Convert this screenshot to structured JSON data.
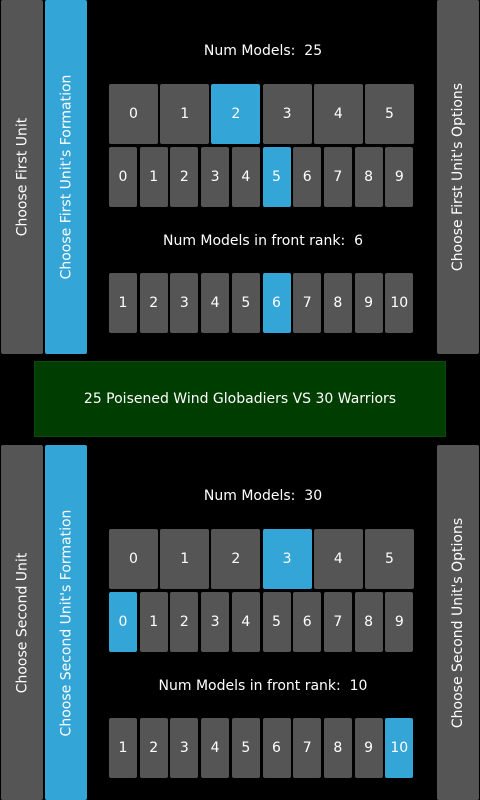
{
  "top": {
    "choose_unit_label": "Choose First Unit",
    "choose_formation_label": "Choose First Unit's Formation",
    "choose_options_label": "Choose First Unit's Options",
    "num_models_label": "Num Models:",
    "num_models_value": "25",
    "tens_digits": [
      "0",
      "1",
      "2",
      "3",
      "4",
      "5"
    ],
    "tens_selected": 2,
    "ones_digits": [
      "0",
      "1",
      "2",
      "3",
      "4",
      "5",
      "6",
      "7",
      "8",
      "9"
    ],
    "ones_selected": 5,
    "front_rank_label": "Num Models in front rank:",
    "front_rank_value": "6",
    "front_rank_digits": [
      "1",
      "2",
      "3",
      "4",
      "5",
      "6",
      "7",
      "8",
      "9",
      "10"
    ],
    "front_rank_selected": 5
  },
  "matchup": {
    "text": "25 Poisened Wind Globadiers VS 30 Warriors"
  },
  "bottom": {
    "choose_unit_label": "Choose Second Unit",
    "choose_formation_label": "Choose Second Unit's Formation",
    "choose_options_label": "Choose Second Unit's Options",
    "num_models_label": "Num Models:",
    "num_models_value": "30",
    "tens_digits": [
      "0",
      "1",
      "2",
      "3",
      "4",
      "5"
    ],
    "tens_selected": 3,
    "ones_digits": [
      "0",
      "1",
      "2",
      "3",
      "4",
      "5",
      "6",
      "7",
      "8",
      "9"
    ],
    "ones_selected": 0,
    "front_rank_label": "Num Models in front rank:",
    "front_rank_value": "10",
    "front_rank_digits": [
      "1",
      "2",
      "3",
      "4",
      "5",
      "6",
      "7",
      "8",
      "9",
      "10"
    ],
    "front_rank_selected": 9
  },
  "colors": {
    "button": "#555555",
    "selected": "#33a5d6",
    "matchup_bg": "#003d00"
  }
}
